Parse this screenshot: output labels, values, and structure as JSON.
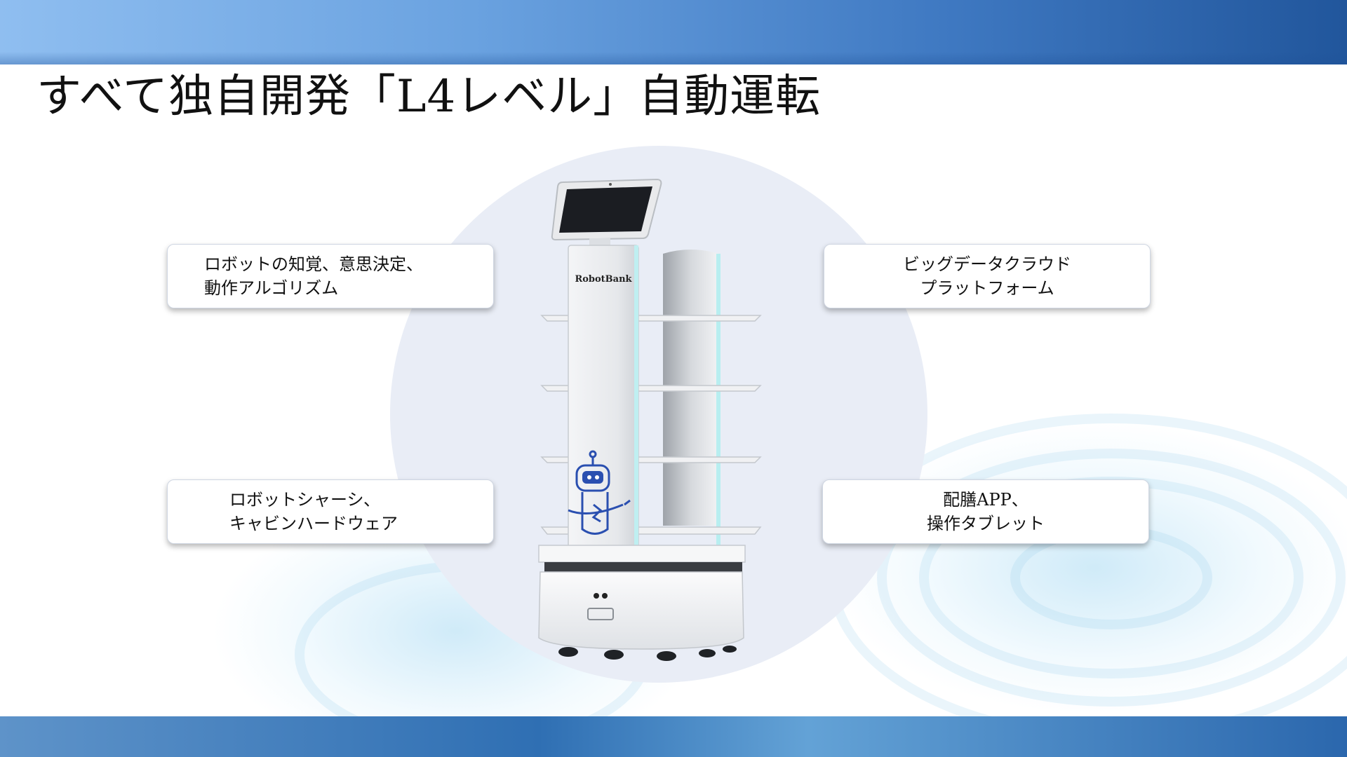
{
  "slide": {
    "title": "すべて独自開発「L4レベル」自動運転"
  },
  "product": {
    "brand_label": "RobotBank"
  },
  "cards": [
    {
      "line1": "ロボットの知覚、意思決定、",
      "line2": "動作アルゴリズム"
    },
    {
      "line1": "ロボットシャーシ、",
      "line2": "キャビンハードウェア"
    },
    {
      "line1": "ビッグデータクラウド",
      "line2": "プラットフォーム"
    },
    {
      "line1": "配膳APP、",
      "line2": "操作タブレット"
    }
  ],
  "colors": {
    "header_band": "#3f79c2",
    "circle_bg": "#e9edf6",
    "robot_accent": "#2a4fb0"
  }
}
